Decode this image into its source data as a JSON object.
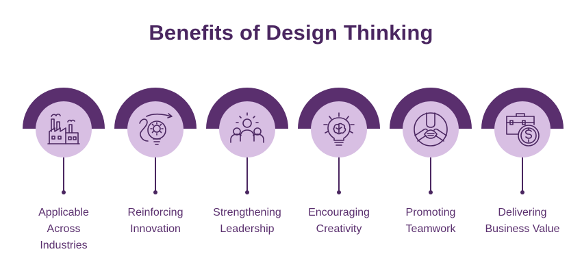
{
  "title": "Benefits of Design Thinking",
  "colors": {
    "title": "#4a2660",
    "arch": "#5a2f6e",
    "disc": "#d8bfe3",
    "icon_stroke": "#4a2660",
    "label": "#5a2f6e"
  },
  "items": [
    {
      "icon": "factory-icon",
      "label_lines": [
        "Applicable",
        "Across",
        "Industries"
      ]
    },
    {
      "icon": "innovation-gear-bulb-icon",
      "label_lines": [
        "Reinforcing",
        "Innovation"
      ]
    },
    {
      "icon": "leadership-group-icon",
      "label_lines": [
        "Strengthening",
        "Leadership"
      ]
    },
    {
      "icon": "creative-brain-bulb-icon",
      "label_lines": [
        "Encouraging",
        "Creativity"
      ]
    },
    {
      "icon": "teamwork-hands-icon",
      "label_lines": [
        "Promoting",
        "Teamwork"
      ]
    },
    {
      "icon": "briefcase-dollar-icon",
      "label_lines": [
        "Delivering",
        "Business Value"
      ]
    }
  ]
}
